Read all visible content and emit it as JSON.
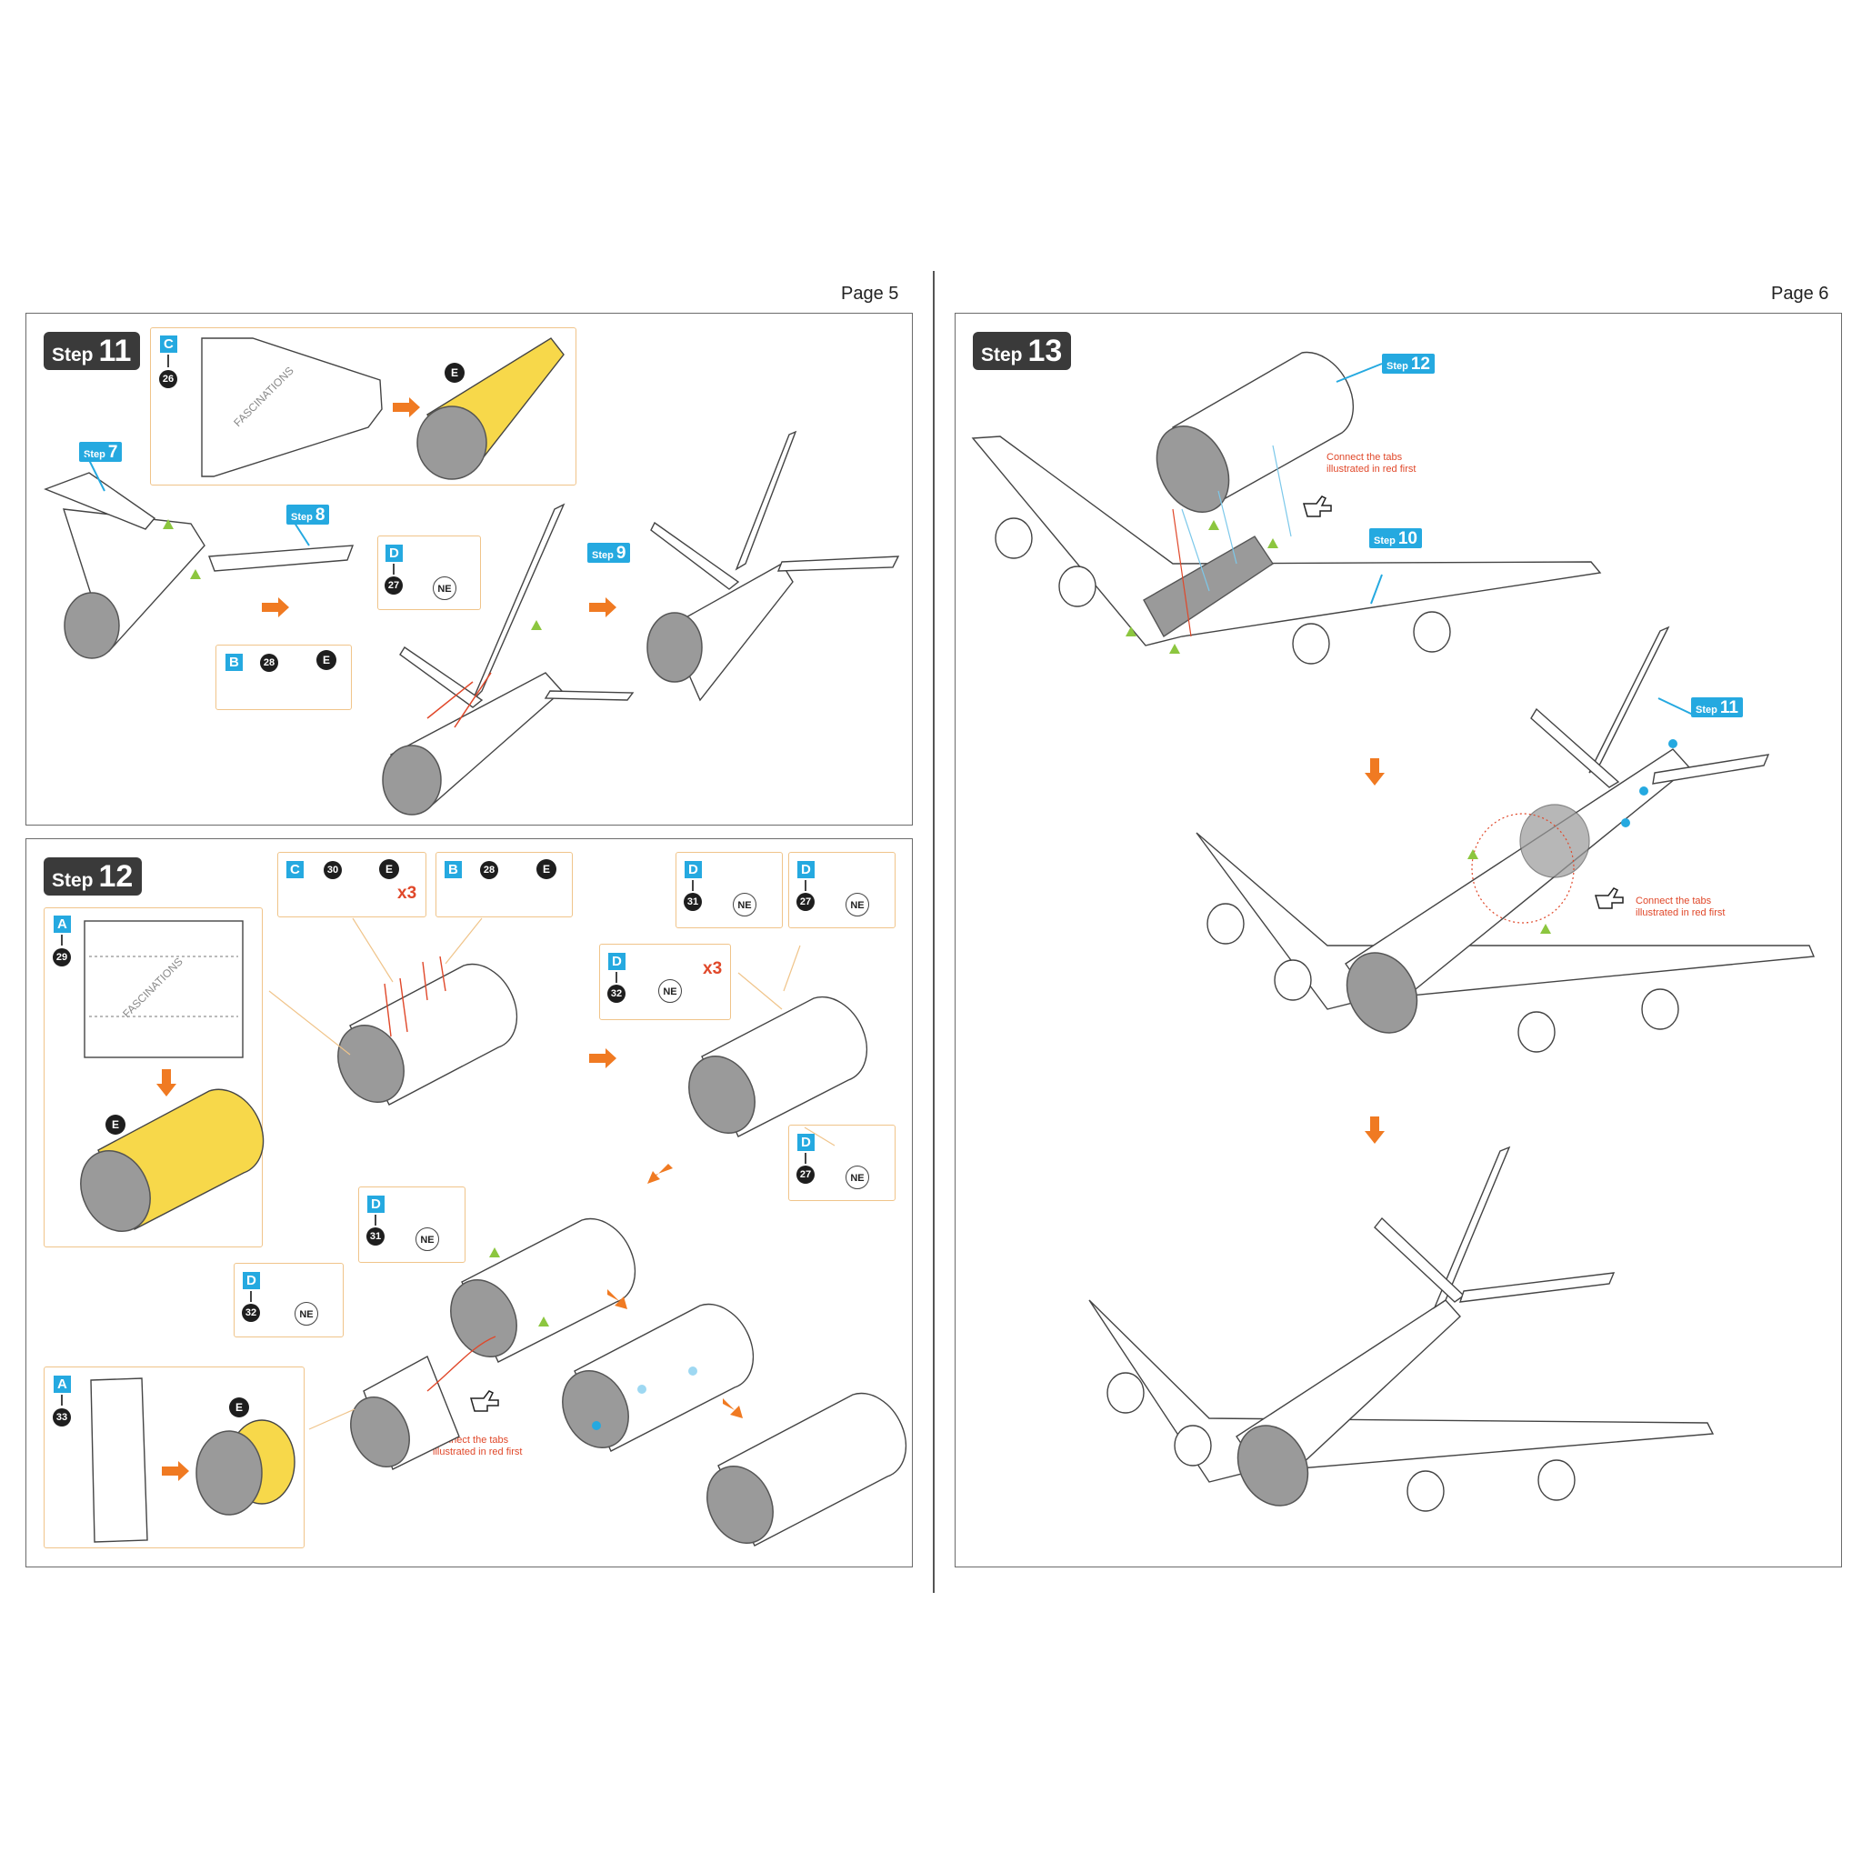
{
  "page_left": {
    "number_label": "Page 5"
  },
  "page_right": {
    "number_label": "Page 6"
  },
  "step_word": "Step",
  "steps": {
    "s11": {
      "number": "11"
    },
    "s12": {
      "number": "12"
    },
    "s13": {
      "number": "13"
    }
  },
  "callouts": {
    "step7": "7",
    "step8": "8",
    "step9": "9",
    "step10": "10",
    "step11": "11",
    "step12": "12"
  },
  "sheet_labels": {
    "A": "A",
    "B": "B",
    "C": "C",
    "D": "D"
  },
  "part_numbers": {
    "p26": "26",
    "p27": "27",
    "p28": "28",
    "p29": "29",
    "p30": "30",
    "p31": "31",
    "p32": "32",
    "p33": "33"
  },
  "markers": {
    "e": "E",
    "ne": "NE",
    "x3": "x3"
  },
  "brand_watermark": "FASCINATIONS",
  "notes": {
    "connect_tabs_1": "Connect the tabs",
    "connect_tabs_2": "illustrated in red first"
  },
  "colors": {
    "accent_blue": "#25a9e0",
    "arrow_orange": "#f07a22",
    "highlight_yellow": "#f7d84a",
    "tab_red": "#e0482a",
    "box_border": "#f0c48a",
    "cone_gray": "#9a9a9a"
  },
  "icons": [
    "right-arrow-icon",
    "down-arrow-icon",
    "pointing-hand-icon"
  ]
}
